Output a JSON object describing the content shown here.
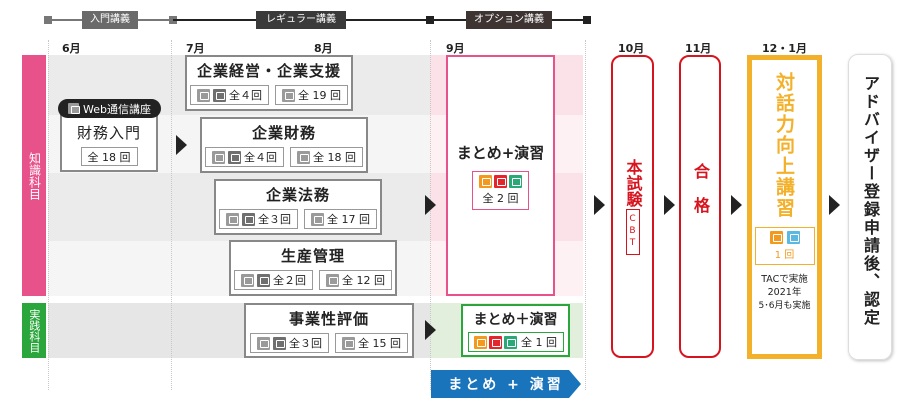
{
  "timeline": {
    "phases": [
      {
        "label": "入門講義"
      },
      {
        "label": "レギュラー講義"
      },
      {
        "label": "オプション講義"
      }
    ]
  },
  "months": [
    "6月",
    "7月",
    "8月",
    "9月",
    "10月",
    "11月",
    "12・1月"
  ],
  "categories": {
    "knowledge": {
      "label": "知識科目",
      "color": "#e8528a"
    },
    "practice": {
      "label": "実践科目",
      "color": "#2aa63c"
    }
  },
  "intro": {
    "badge": "Web通信講座",
    "title": "財務入門",
    "count": "全 18 回"
  },
  "courses": [
    {
      "title": "企業経営・企業支援",
      "live_count": "全４回",
      "web_count": "全 19 回"
    },
    {
      "title": "企業財務",
      "live_count": "全４回",
      "web_count": "全 18 回"
    },
    {
      "title": "企業法務",
      "live_count": "全３回",
      "web_count": "全 17 回"
    },
    {
      "title": "生産管理",
      "live_count": "全２回",
      "web_count": "全 12 回"
    },
    {
      "title": "事業性評価",
      "live_count": "全３回",
      "web_count": "全 15 回"
    }
  ],
  "option": {
    "knowledge": {
      "title": "まとめ+演習",
      "count": "全 2 回"
    },
    "practice": {
      "title": "まとめ＋演習",
      "count": "全 1 回"
    },
    "banner": "まとめ + 演習"
  },
  "exam": {
    "title": "本試験",
    "sub": "CBT"
  },
  "pass": {
    "title": "合格"
  },
  "dialogue": {
    "title": "対話力向上講習",
    "count": "1 回",
    "note1": "TACで実施",
    "note2": "2021年",
    "note3": "5･6月も実施",
    "color": "#f3b12b"
  },
  "final": {
    "title": "アドバイザー登録申請後、認定"
  },
  "colors": {
    "exam_red": "#d7141e",
    "banner_blue": "#1a74bb",
    "pink": "#e8528a",
    "green": "#2aa63c"
  }
}
